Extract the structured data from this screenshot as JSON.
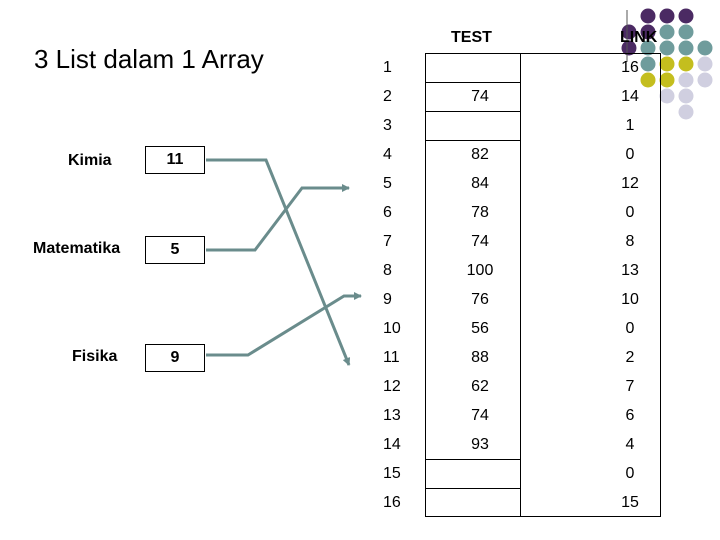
{
  "title": "3 List dalam 1 Array",
  "headers": {
    "test": "TEST",
    "link": "LINK"
  },
  "lists": [
    {
      "name": "Kimia",
      "head": "11"
    },
    {
      "name": "Matematika",
      "head": "5"
    },
    {
      "name": "Fisika",
      "head": "9"
    }
  ],
  "rows": [
    {
      "index": "1",
      "test": "",
      "link": "16"
    },
    {
      "index": "2",
      "test": "74",
      "link": "14"
    },
    {
      "index": "3",
      "test": "",
      "link": "1"
    },
    {
      "index": "4",
      "test": "82",
      "link": "0"
    },
    {
      "index": "5",
      "test": "84",
      "link": "12"
    },
    {
      "index": "6",
      "test": "78",
      "link": "0"
    },
    {
      "index": "7",
      "test": "74",
      "link": "8"
    },
    {
      "index": "8",
      "test": "100",
      "link": "13"
    },
    {
      "index": "9",
      "test": "76",
      "link": "10"
    },
    {
      "index": "10",
      "test": "56",
      "link": "0"
    },
    {
      "index": "11",
      "test": "88",
      "link": "2"
    },
    {
      "index": "12",
      "test": "62",
      "link": "7"
    },
    {
      "index": "13",
      "test": "74",
      "link": "6"
    },
    {
      "index": "14",
      "test": "93",
      "link": "4"
    },
    {
      "index": "15",
      "test": "",
      "link": "0"
    },
    {
      "index": "16",
      "test": "",
      "link": "15"
    }
  ],
  "colors": {
    "arrow": "#6a8c8c",
    "dot_purple": "#4b2a63",
    "dot_teal": "#6f9c9c",
    "dot_olive": "#c4be1e",
    "dot_lavender": "#d0cfe0"
  }
}
